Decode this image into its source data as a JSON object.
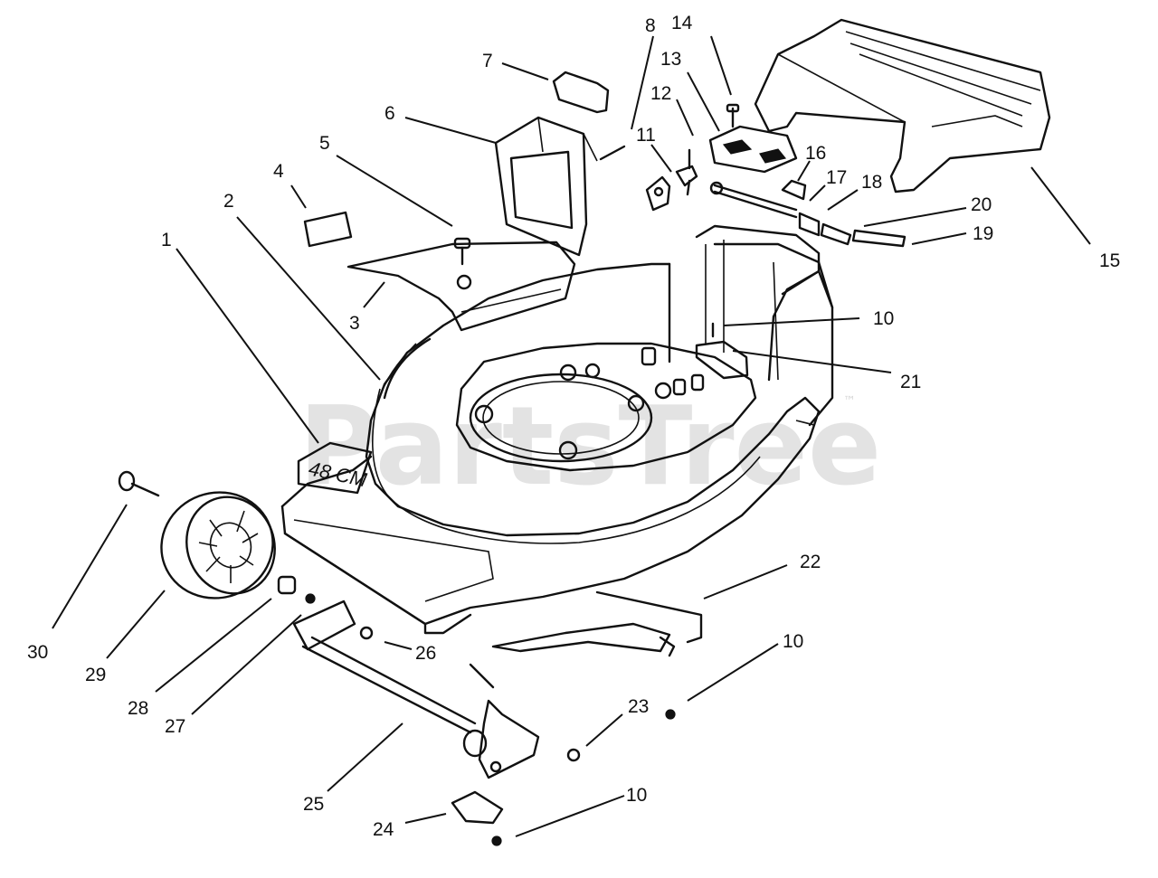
{
  "watermark": {
    "text": "PartsTree",
    "trademark": "™"
  },
  "deck_marking": "48 CM",
  "callouts": [
    {
      "id": "c1",
      "label": "1"
    },
    {
      "id": "c2",
      "label": "2"
    },
    {
      "id": "c3",
      "label": "3"
    },
    {
      "id": "c4",
      "label": "4"
    },
    {
      "id": "c5",
      "label": "5"
    },
    {
      "id": "c6",
      "label": "6"
    },
    {
      "id": "c7",
      "label": "7"
    },
    {
      "id": "c8",
      "label": "8"
    },
    {
      "id": "c9",
      "label": "10"
    },
    {
      "id": "c10",
      "label": "10"
    },
    {
      "id": "c11",
      "label": "10"
    },
    {
      "id": "c12",
      "label": "11"
    },
    {
      "id": "c13",
      "label": "12"
    },
    {
      "id": "c14",
      "label": "13"
    },
    {
      "id": "c15",
      "label": "14"
    },
    {
      "id": "c16",
      "label": "15"
    },
    {
      "id": "c17",
      "label": "16"
    },
    {
      "id": "c18",
      "label": "17"
    },
    {
      "id": "c19",
      "label": "18"
    },
    {
      "id": "c20",
      "label": "19"
    },
    {
      "id": "c21",
      "label": "20"
    },
    {
      "id": "c22",
      "label": "21"
    },
    {
      "id": "c23",
      "label": "22"
    },
    {
      "id": "c24",
      "label": "23"
    },
    {
      "id": "c25",
      "label": "24"
    },
    {
      "id": "c26",
      "label": "25"
    },
    {
      "id": "c27",
      "label": "26"
    },
    {
      "id": "c28",
      "label": "27"
    },
    {
      "id": "c29",
      "label": "28"
    },
    {
      "id": "c30",
      "label": "29"
    },
    {
      "id": "c31",
      "label": "30"
    }
  ]
}
